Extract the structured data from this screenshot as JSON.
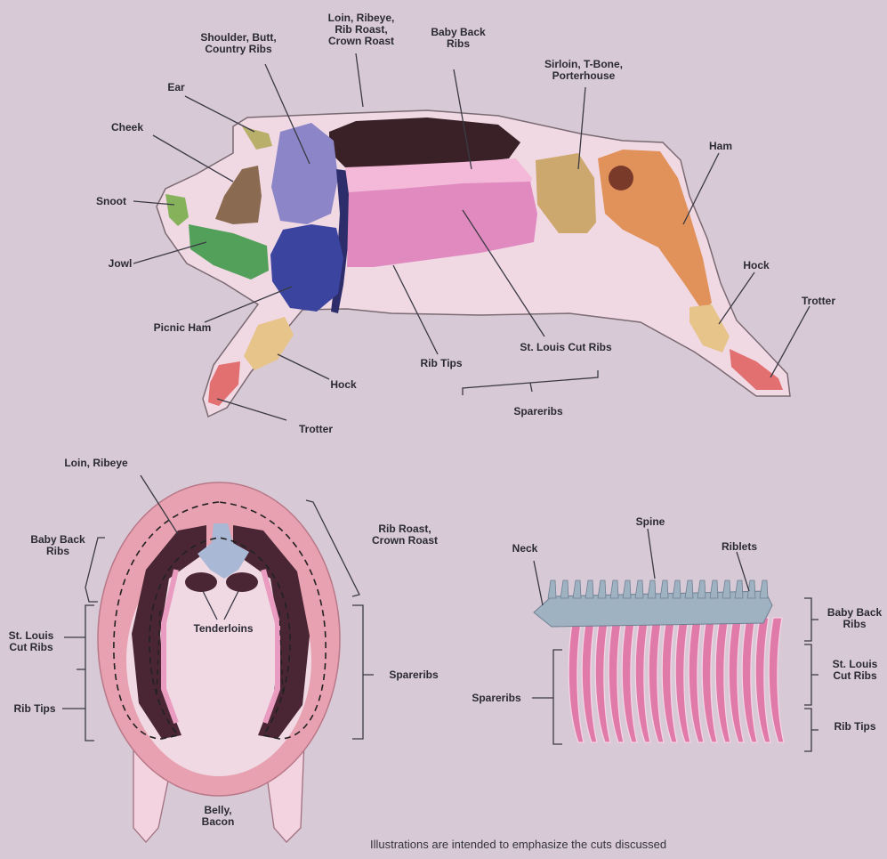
{
  "colors": {
    "background": "#d8c9d6",
    "loin": "#3a2128",
    "shoulder": "#8c86c8",
    "picnic": "#3b45a0",
    "spareribs": "#e08ac0",
    "ham": "#e0925a",
    "sirloin": "#cca86e",
    "cheek": "#8a6a50",
    "jowl": "#52a05a",
    "snoot": "#86b25c",
    "ear": "#b8b06a",
    "hock": "#e6c48a",
    "trotter": "#e27070",
    "spine": "#9fb2c2",
    "ribs": "#e07aa8"
  },
  "pig_labels": {
    "loin": "Loin, Ribeye,\nRib Roast,\nCrown Roast",
    "shoulder": "Shoulder, Butt,\nCountry Ribs",
    "baby_back": "Baby Back\nRibs",
    "sirloin": "Sirloin, T-Bone,\nPorterhouse",
    "ear": "Ear",
    "cheek": "Cheek",
    "snoot": "Snoot",
    "jowl": "Jowl",
    "ham": "Ham",
    "hock_rear": "Hock",
    "trotter_rear": "Trotter",
    "picnic_ham": "Picnic Ham",
    "rib_tips": "Rib Tips",
    "st_louis": "St. Louis Cut Ribs",
    "hock_front": "Hock",
    "trotter_front": "Trotter",
    "spareribs": "Spareribs"
  },
  "cross_section_labels": {
    "loin_ribeye": "Loin, Ribeye",
    "baby_back": "Baby Back\nRibs",
    "rib_roast": "Rib Roast,\nCrown Roast",
    "st_louis": "St. Louis\nCut Ribs",
    "tenderloins": "Tenderloins",
    "spareribs": "Spareribs",
    "rib_tips": "Rib Tips",
    "belly": "Belly,\nBacon"
  },
  "rack_labels": {
    "spine": "Spine",
    "neck": "Neck",
    "riblets": "Riblets",
    "baby_back": "Baby Back\nRibs",
    "st_louis": "St. Louis\nCut Ribs",
    "spareribs": "Spareribs",
    "rib_tips": "Rib Tips"
  },
  "caption": "Illustrations are intended to emphasize the cuts discussed"
}
